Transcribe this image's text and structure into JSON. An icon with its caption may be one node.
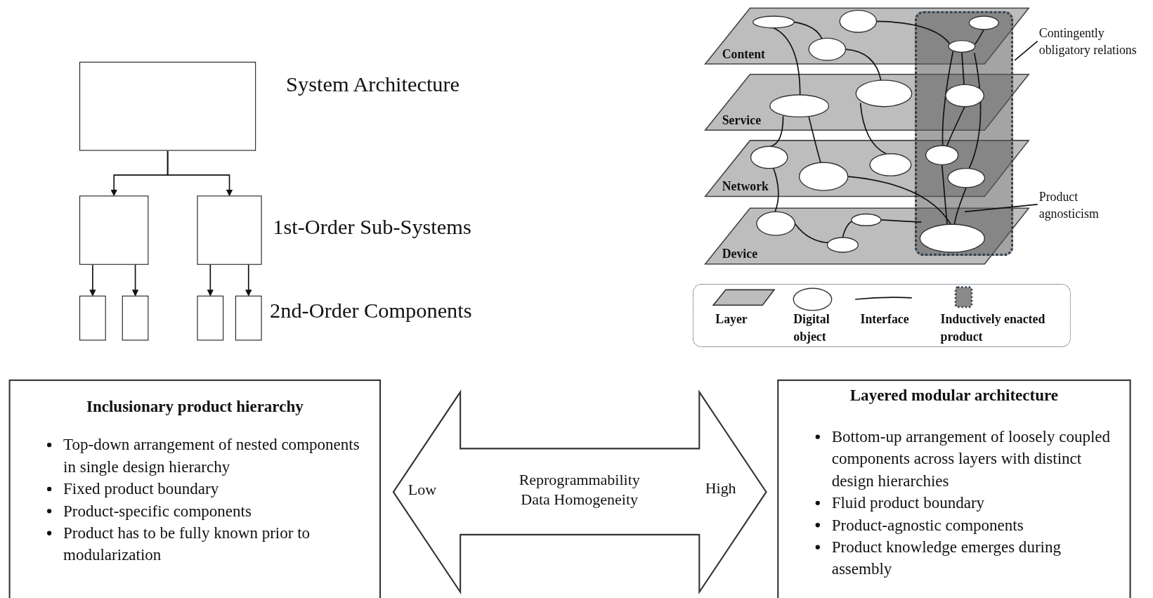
{
  "diagram": {
    "nodes": [
      {
        "text": [],
        "shape": "box",
        "beside": [
          "System Architecture"
        ]
      },
      {
        "text": [],
        "shape": "box"
      },
      {
        "text": [],
        "shape": "box",
        "beside": [
          "1st-Order Sub-Systems"
        ]
      },
      {
        "text": [],
        "shape": "box"
      },
      {
        "text": [],
        "shape": "box"
      },
      {
        "text": [],
        "shape": "box"
      },
      {
        "text": [],
        "shape": "box",
        "beside": [
          "2nd-Order Components"
        ]
      },
      {
        "text": [
          "Content"
        ]
      },
      {
        "text": [
          "Service"
        ]
      },
      {
        "text": [
          "Network"
        ]
      },
      {
        "text": [
          "Device"
        ]
      },
      {
        "text": [
          "Contingently obligatory relations"
        ]
      },
      {
        "text": [
          "Product agnosticism"
        ]
      },
      {
        "text": [
          "Inclusionary product hierarchy",
          "Top-down arrangement of nested components in single design hierarchy",
          "Fixed product boundary",
          "Product-specific components",
          "Product has to be fully known prior to modularization"
        ]
      },
      {
        "text": [
          "Low",
          "Reprogrammability Data Homogeneity",
          "High"
        ]
      },
      {
        "text": [
          "Layered modular architecture",
          "Bottom-up arrangement of loosely coupled components across layers with distinct design hierarchies",
          "Fluid product boundary",
          "Product-agnostic components",
          "Product knowledge emerges during assembly"
        ]
      },
      {
        "text": [],
        "shape": "box"
      }
    ],
    "edges": [
      {
        "from": 0,
        "to": 1,
        "arrow": "to"
      },
      {
        "from": 0,
        "to": 2,
        "arrow": "to"
      },
      {
        "from": 1,
        "to": 3,
        "arrow": "to"
      },
      {
        "from": 1,
        "to": 4,
        "arrow": "to"
      },
      {
        "from": 2,
        "to": 5,
        "arrow": "to"
      },
      {
        "from": 2,
        "to": 6,
        "arrow": "to"
      },
      {
        "from": 11,
        "to": 16,
        "arrow": "none"
      },
      {
        "from": 12,
        "to": 16,
        "arrow": "none"
      },
      {
        "from": 13,
        "to": 15,
        "arrow": "both"
      }
    ],
    "legend": [
      {
        "text": "Layer"
      },
      {
        "text": "Digital object"
      },
      {
        "text": "Interface"
      },
      {
        "text": "Inductively enacted product"
      }
    ]
  }
}
